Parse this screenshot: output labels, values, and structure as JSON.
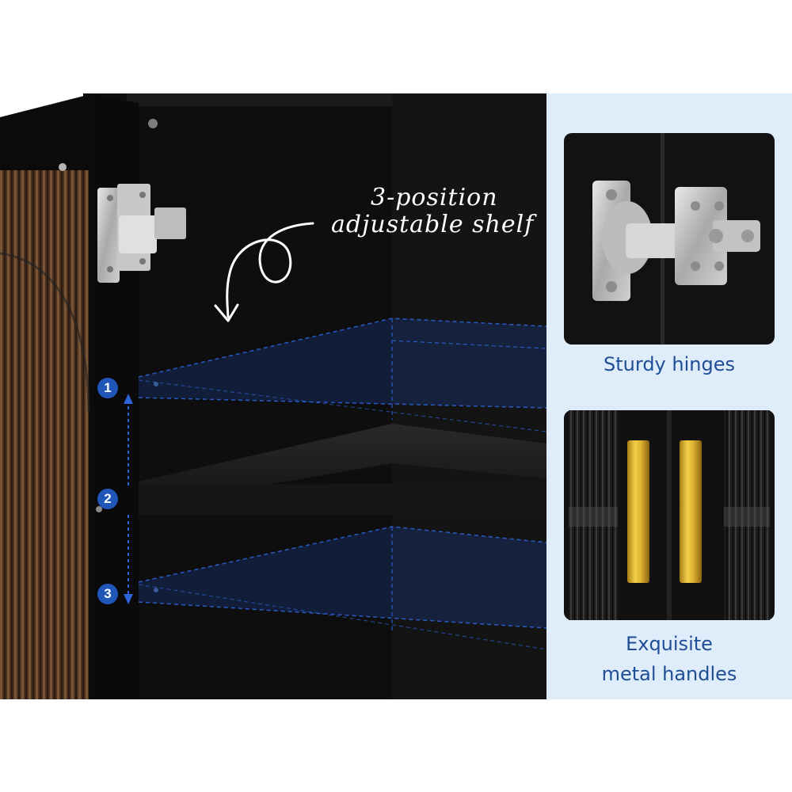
{
  "annotation": {
    "line1": "3-position",
    "line2": "adjustable shelf"
  },
  "positions": [
    "1",
    "2",
    "3"
  ],
  "features": {
    "hinges": "Sturdy hinges",
    "handles_line1": "Exquisite",
    "handles_line2": "metal handles"
  },
  "colors": {
    "panel_background": "#dfecf9",
    "label_text": "#1f4e96",
    "badge": "#1f56b8",
    "cabinet": "#0d0d0d",
    "handle_gold": "#d4a82a"
  }
}
